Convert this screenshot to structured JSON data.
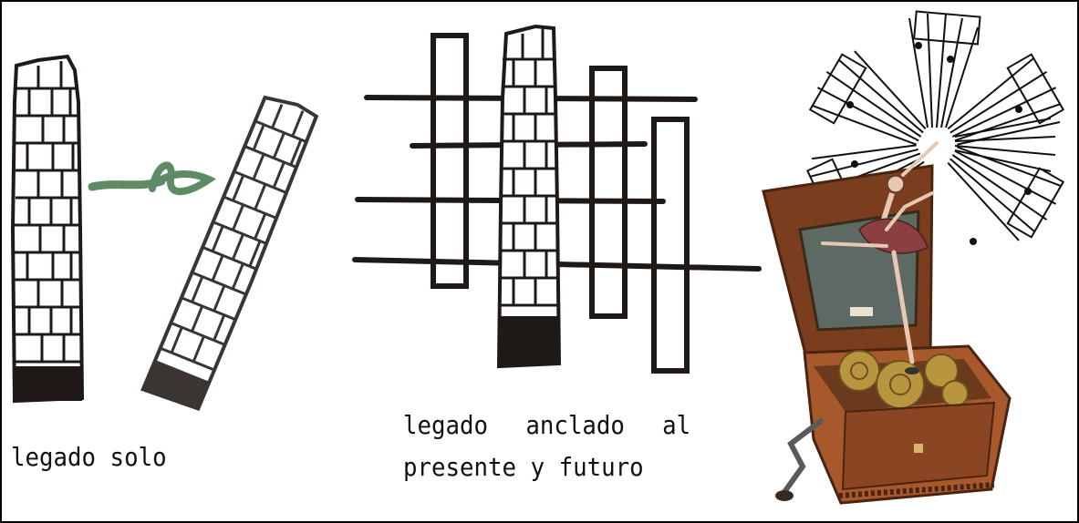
{
  "captions": {
    "left": "legado solo",
    "middle_line1": "legado anclado al",
    "middle_line2": "presente y futuro"
  },
  "colors": {
    "border": "#000000",
    "ink": "#1f1a17",
    "arrow_green": "#5e8a66",
    "box_wood": "#7a3d1d",
    "box_wood_light": "#a7592c",
    "gear_brass": "#b9953f",
    "glass": "#5c6a63",
    "dress": "#8b3f3f"
  },
  "icons": {
    "tower_upright": "stone-tower-icon",
    "tower_tilted": "tilted-stone-tower-icon",
    "arrow": "green-brush-arrow-icon",
    "grid": "anchored-grid-icon",
    "music_box": "music-box-icon",
    "sheet_music": "sheet-music-burst-icon"
  }
}
